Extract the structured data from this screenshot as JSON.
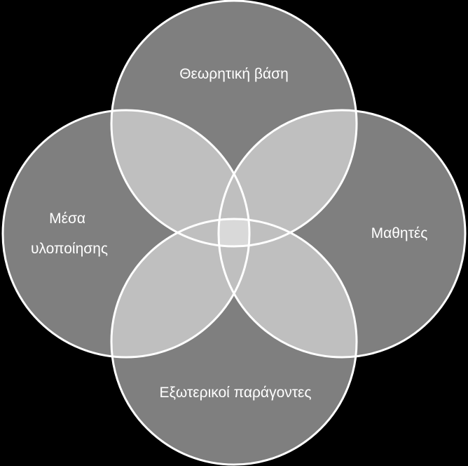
{
  "diagram": {
    "type": "venn",
    "colors": {
      "background": "#000000",
      "circle_fill": "#7f7f7f",
      "overlap_fill": "#bfbfbf",
      "center_fill": "#d9d9d9",
      "outline": "#ffffff",
      "label": "#ffffff"
    },
    "circles": [
      {
        "id": "top",
        "lines": [
          "Θεωρητική βάση"
        ]
      },
      {
        "id": "right",
        "lines": [
          "Μαθητές"
        ]
      },
      {
        "id": "bottom",
        "lines": [
          "Εξωτερικοί παράγοντες"
        ]
      },
      {
        "id": "left",
        "lines": [
          "Μέσα",
          "υλοποίησης"
        ]
      }
    ]
  }
}
